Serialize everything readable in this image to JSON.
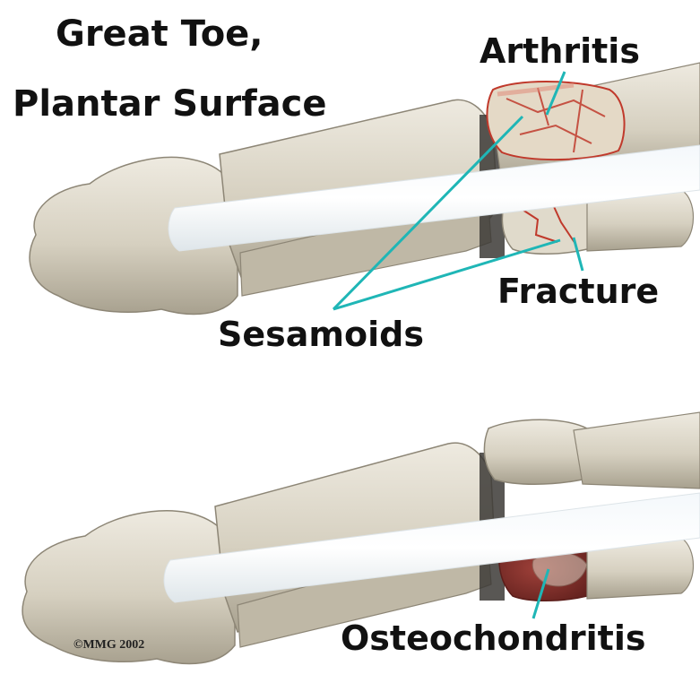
{
  "title": {
    "line1": "Great Toe,",
    "line2": "Plantar Surface"
  },
  "labels": {
    "arthritis": "Arthritis",
    "fracture": "Fracture",
    "sesamoids": "Sesamoids",
    "osteochondritis": "Osteochondritis"
  },
  "copyright": "©MMG 2002",
  "colors": {
    "bone": "#dcd6c6",
    "bone_shadow": "#a9a290",
    "tendon": "#ffffff",
    "pointer": "#1fb6b6",
    "damage": "#c0392b",
    "necrosis": "#7a2a25"
  }
}
